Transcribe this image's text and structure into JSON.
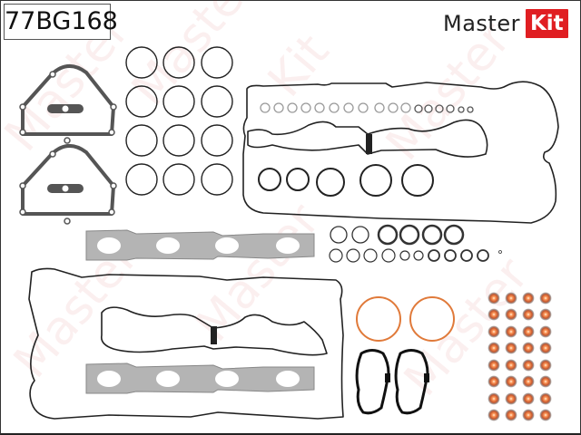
{
  "product": {
    "part_number": "77BG168",
    "brand": {
      "master": "Master",
      "kit": "Kit",
      "accent_color": "#e01e22"
    },
    "watermark_text": "MasterKit"
  },
  "components": [
    {
      "name": "turbo-manifold-gasket",
      "count": 2,
      "color": "#555555"
    },
    {
      "name": "o-ring-large-black",
      "count": 12,
      "layout": "3x4 grid"
    },
    {
      "name": "valve-cover-gasket",
      "count": 2,
      "color": "#222222"
    },
    {
      "name": "exhaust-manifold-gasket",
      "count": 2,
      "color": "#a8a8a8"
    },
    {
      "name": "spark-plug-tube-seal-grey",
      "count": 17
    },
    {
      "name": "o-ring-assorted",
      "count": 26
    },
    {
      "name": "copper-ring-large",
      "count": 2,
      "color": "#e07a3a"
    },
    {
      "name": "pear-gasket-black",
      "count": 2
    },
    {
      "name": "copper-washer",
      "count": 32,
      "layout": "4x8 grid",
      "color": "#d8643a"
    }
  ]
}
